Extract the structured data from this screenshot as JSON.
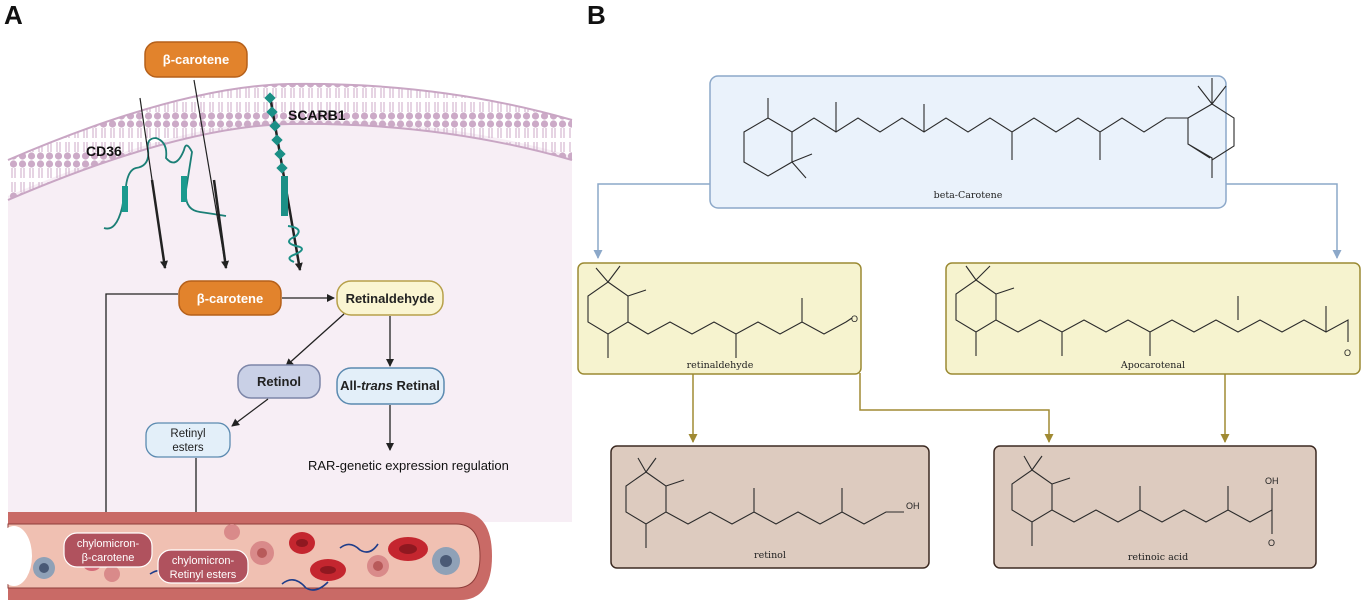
{
  "panel_a": {
    "letter": "A",
    "beta_carotene_top": "β-carotene",
    "cd36": "CD36",
    "scarb1": "SCARB1",
    "beta_carotene_mid": "β-carotene",
    "retinaldehyde": "Retinaldehyde",
    "retinol": "Retinol",
    "all_trans_pre": "All-",
    "all_trans_italic": "trans",
    "all_trans_post": " Retinal",
    "retinyl_1": "Retinyl",
    "retinyl_2": "esters",
    "rar": "RAR-genetic expression regulation",
    "chylo1_1": "chylomicron-",
    "chylo1_2": "β-carotene",
    "chylo2_1": "chylomicron-",
    "chylo2_2": "Retinyl esters",
    "colors": {
      "orange": "#e2832c",
      "retinaldehyde_fill": "#faf5d2",
      "retinol_fill": "#c9d0e6",
      "blue_fill": "#e3eff9",
      "vessel": "#c96a66",
      "membrane": "#c9a6c4",
      "cytoplasm": "#f7eef5"
    }
  },
  "panel_b": {
    "letter": "B",
    "beta_carotene": "beta-Carotene",
    "retinaldehyde": "retinaldehyde",
    "apocarotenal": "Apocarotenal",
    "retinol": "retinol",
    "retinoic_acid": "retinoic acid",
    "oh_retinol": "OH",
    "o_retinal": "O",
    "o_apo": "O",
    "oh_acid": "OH",
    "o_acid": "O",
    "colors": {
      "blue_box": "#eaf2fb",
      "blue_border": "#8ca8c9",
      "yellow_box": "#f6f3cf",
      "yellow_border": "#9b8a33",
      "brown_box": "#ddcbbf",
      "brown_border": "#3c2a22",
      "arrow_blue": "#8ca8c9",
      "arrow_gold": "#a08a33"
    }
  }
}
